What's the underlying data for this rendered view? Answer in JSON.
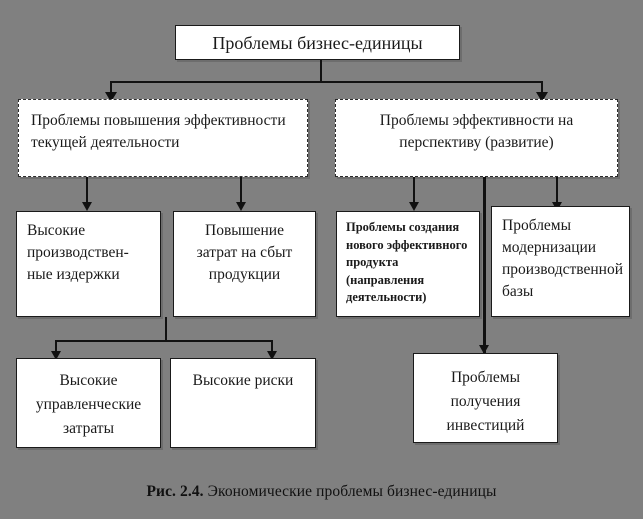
{
  "diagram": {
    "background_color": "#808080",
    "box_fill": "#ffffff",
    "line_color": "#111111",
    "root": {
      "label": "Проблемы бизнес-единицы"
    },
    "level2": [
      {
        "label": "Проблемы повышения эффективности текущей деятельности",
        "border": "dashed",
        "align": "left"
      },
      {
        "label": "Проблемы эффективности на перспективу (развитие)",
        "border": "dashed",
        "align": "center"
      }
    ],
    "level3": [
      {
        "label": "Высокие производствен-ные издержки",
        "border": "solid",
        "align": "left"
      },
      {
        "label": "Повышение затрат на сбыт продукции",
        "border": "solid",
        "align": "center"
      },
      {
        "label": "Проблемы создания нового эффективного продукта (направления деятельности)",
        "border": "solid",
        "align": "left"
      },
      {
        "label": "Проблемы модернизации производственной базы",
        "border": "solid",
        "align": "left"
      }
    ],
    "level4": [
      {
        "label": "Высокие управленческие затраты",
        "border": "solid",
        "align": "center"
      },
      {
        "label": "Высокие риски",
        "border": "solid",
        "align": "center"
      },
      {
        "label": "Проблемы получения инвестиций",
        "border": "solid",
        "align": "center"
      }
    ]
  },
  "caption": {
    "figure_number": "Рис. 2.4.",
    "text": "Экономические проблемы бизнес-единицы"
  }
}
